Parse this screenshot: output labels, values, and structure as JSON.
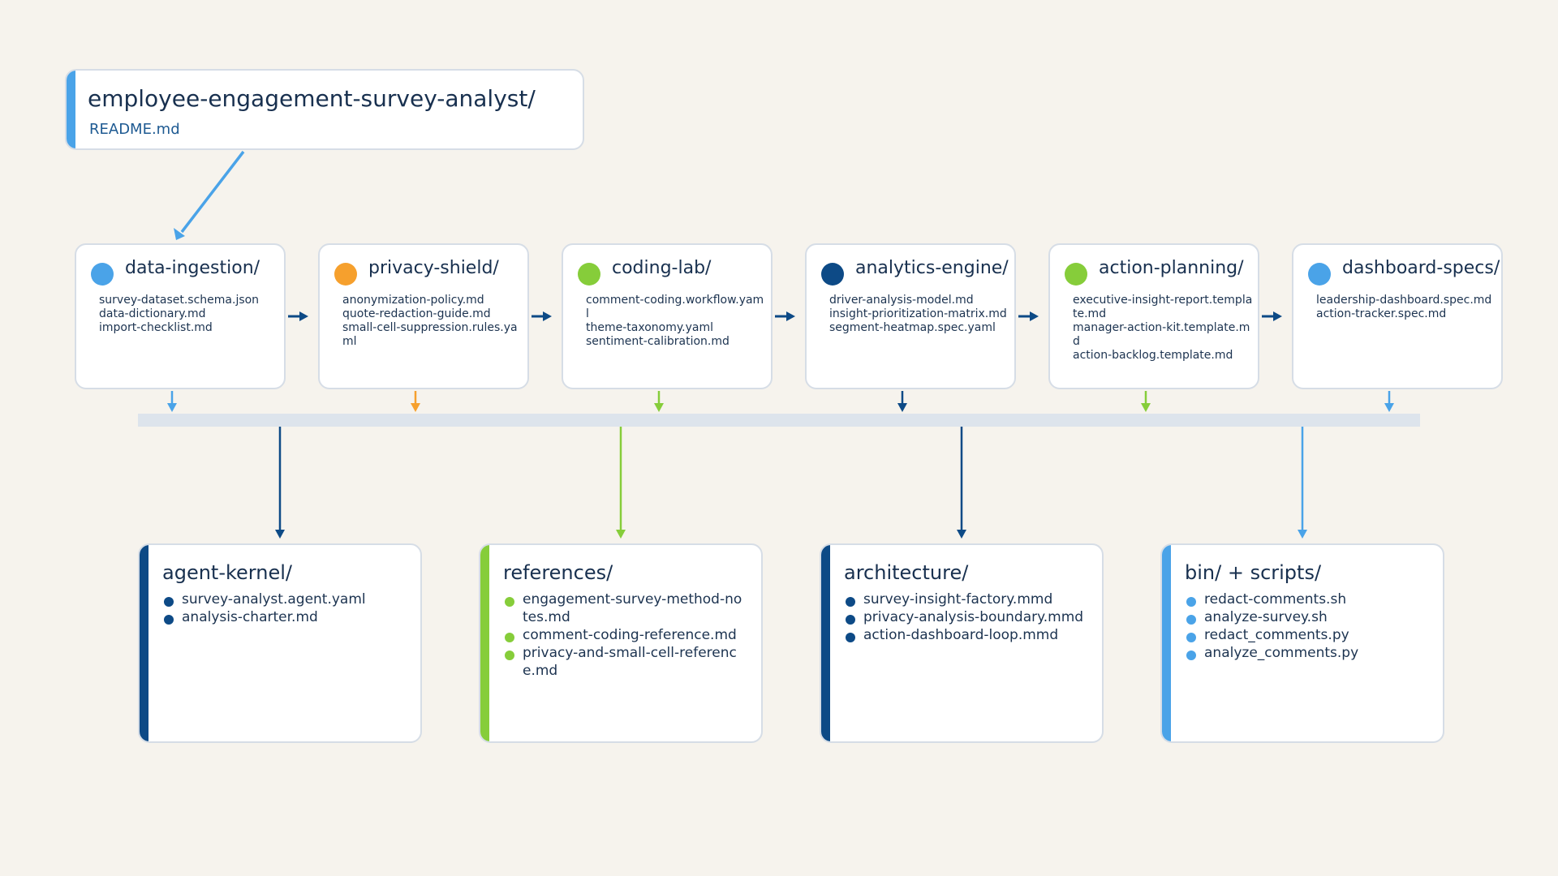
{
  "colors": {
    "blue": "#4aa3e8",
    "orange": "#f6a02d",
    "green": "#86cd3a",
    "navy": "#0d4a86",
    "bus": "#dde4ec",
    "background": "#f6f3ed"
  },
  "root": {
    "title": "employee-engagement-survey-analyst/",
    "readme": "README.md"
  },
  "stages": [
    {
      "title": "data-ingestion/",
      "color": "#4aa3e8",
      "files": [
        "survey-dataset.schema.json",
        "data-dictionary.md",
        "import-checklist.md"
      ]
    },
    {
      "title": "privacy-shield/",
      "color": "#f6a02d",
      "files": [
        "anonymization-policy.md",
        "quote-redaction-guide.md",
        "small-cell-suppression.rules.yaml"
      ]
    },
    {
      "title": "coding-lab/",
      "color": "#86cd3a",
      "files": [
        "comment-coding.workflow.yaml",
        "theme-taxonomy.yaml",
        "sentiment-calibration.md"
      ]
    },
    {
      "title": "analytics-engine/",
      "color": "#0d4a86",
      "files": [
        "driver-analysis-model.md",
        "insight-prioritization-matrix.md",
        "segment-heatmap.spec.yaml"
      ]
    },
    {
      "title": "action-planning/",
      "color": "#86cd3a",
      "files": [
        "executive-insight-report.template.md",
        "manager-action-kit.template.md",
        "action-backlog.template.md"
      ]
    },
    {
      "title": "dashboard-specs/",
      "color": "#4aa3e8",
      "files": [
        "leadership-dashboard.spec.md",
        "action-tracker.spec.md"
      ]
    }
  ],
  "panels": [
    {
      "title": "agent-kernel/",
      "color": "#0d4a86",
      "items": [
        "survey-analyst.agent.yaml",
        "analysis-charter.md"
      ]
    },
    {
      "title": "references/",
      "color": "#86cd3a",
      "items": [
        "engagement-survey-method-notes.md",
        "comment-coding-reference.md",
        "privacy-and-small-cell-reference.md"
      ]
    },
    {
      "title": "architecture/",
      "color": "#0d4a86",
      "items": [
        "survey-insight-factory.mmd",
        "privacy-analysis-boundary.mmd",
        "action-dashboard-loop.mmd"
      ]
    },
    {
      "title": "bin/ + scripts/",
      "color": "#4aa3e8",
      "items": [
        "redact-comments.sh",
        "analyze-survey.sh",
        "redact_comments.py",
        "analyze_comments.py"
      ]
    }
  ]
}
